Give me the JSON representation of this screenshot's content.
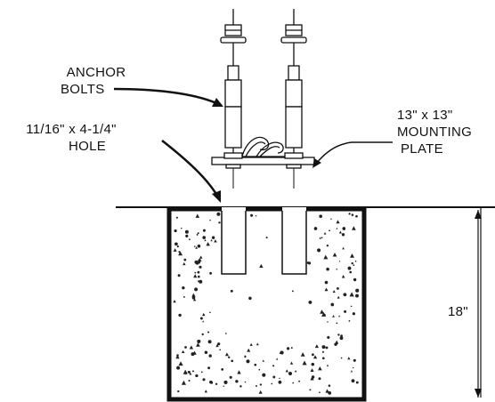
{
  "labels": {
    "anchor_bolts": {
      "line1": "ANCHOR",
      "line2": "BOLTS"
    },
    "hole": {
      "line1": "11/16\" x 4-1/4\"",
      "line2": "HOLE"
    },
    "mounting_plate": {
      "line1": "13\" x 13\"",
      "line2": "MOUNTING",
      "line3": "PLATE"
    },
    "depth": "18\""
  },
  "colors": {
    "ink": "#111111",
    "background": "#ffffff"
  }
}
